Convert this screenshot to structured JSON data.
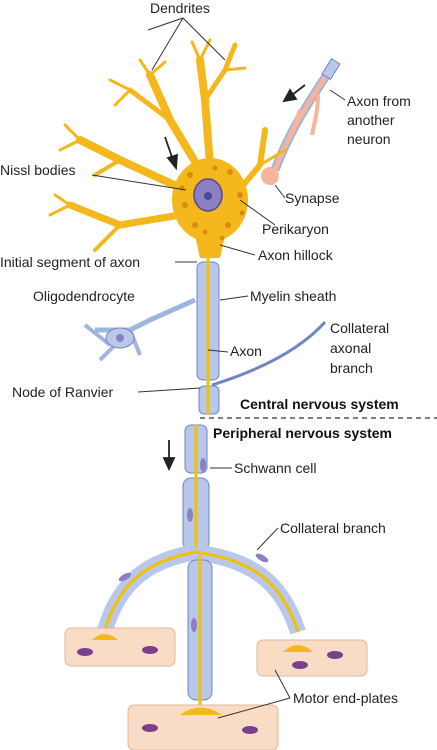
{
  "labels": {
    "dendrites": "Dendrites",
    "axon_from_another": [
      "Axon from",
      "another",
      "neuron"
    ],
    "nissl_bodies": "Nissl bodies",
    "synapse": "Synapse",
    "perikaryon": "Perikaryon",
    "axon_hillock": "Axon hillock",
    "initial_segment": "Initial segment of axon",
    "oligodendrocyte": "Oligodendrocyte",
    "myelin_sheath": "Myelin sheath",
    "axon": "Axon",
    "collateral_axonal": [
      "Collateral",
      "axonal",
      "branch"
    ],
    "node_of_ranvier": "Node of Ranvier",
    "cns": "Central nervous system",
    "pns": "Peripheral nervous system",
    "schwann_cell": "Schwann cell",
    "collateral_branch": "Collateral branch",
    "motor_end_plates": "Motor end-plates"
  },
  "colors": {
    "neuron_body": "#f5b81c",
    "neuron_dark": "#d98a12",
    "myelin": "#b9c8ea",
    "myelin_edge": "#6f86c2",
    "axon_core": "#f2c200",
    "other_neuron": "#f6b49a",
    "muscle": "#f8dcc6",
    "nucleus": "#8c7fc4"
  }
}
